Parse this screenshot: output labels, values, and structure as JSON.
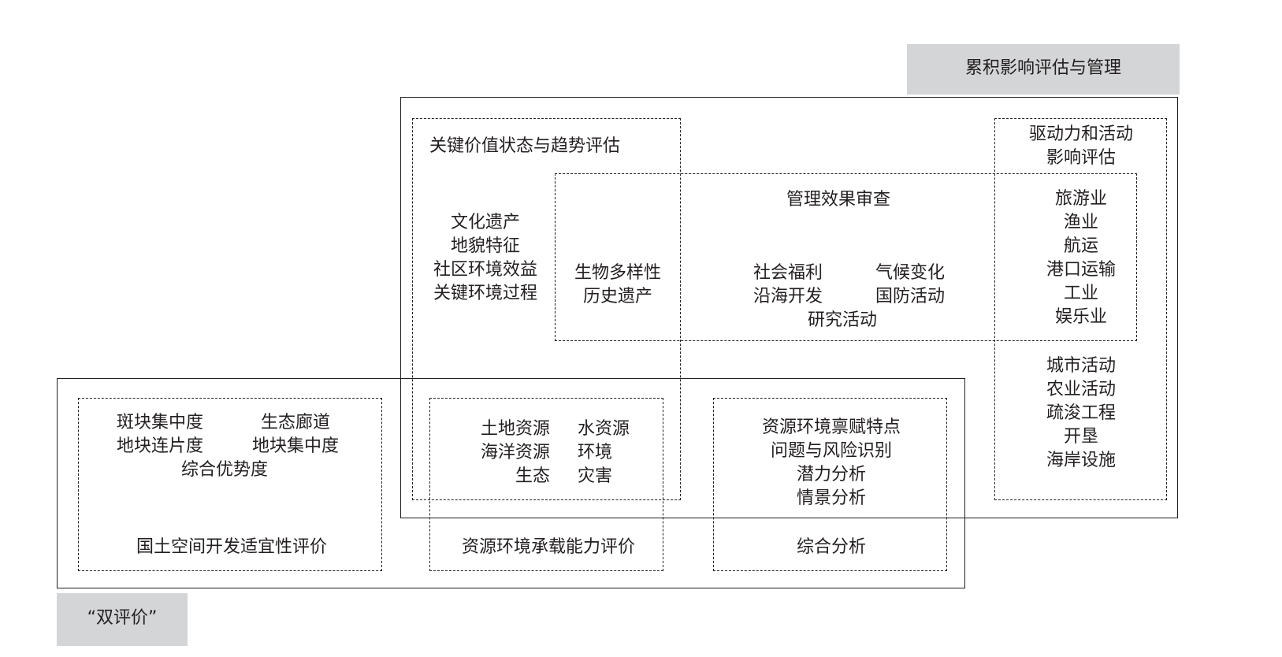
{
  "labels": {
    "cumulative": "累积影响评估与管理",
    "dual": "“双评价”"
  },
  "key_value": {
    "title": "关键价值状态与趋势评估",
    "items": [
      "文化遗产",
      "地貌特征",
      "社区环境效益",
      "关键环境过程"
    ]
  },
  "overlap": {
    "items": [
      "生物多样性",
      "历史遗产"
    ]
  },
  "management": {
    "title": "管理效果审查",
    "col1": [
      "社会福利",
      "沿海开发"
    ],
    "col2": [
      "气候变化",
      "国防活动"
    ],
    "center": "研究活动"
  },
  "driver": {
    "title": [
      "驱动力和活动",
      "影响评估"
    ],
    "inner": [
      "旅游业",
      "渔业",
      "航运",
      "港口运输",
      "工业",
      "娱乐业"
    ],
    "outer": [
      "城市活动",
      "农业活动",
      "疏浚工程",
      "开垦",
      "海岸设施"
    ]
  },
  "suitability": {
    "col1": [
      "斑块集中度",
      "地块连片度"
    ],
    "col2": [
      "生态廊道",
      "地块集中度"
    ],
    "center": "综合优势度",
    "title": "国土空间开发适宜性评价"
  },
  "capacity": {
    "col1": [
      "土地资源",
      "海洋资源",
      "生态"
    ],
    "col2": [
      "水资源",
      "环境",
      "灾害"
    ],
    "title": "资源环境承载能力评价"
  },
  "synthesis": {
    "items": [
      "资源环境禀赋特点",
      "问题与风险识别",
      "潜力分析",
      "情景分析"
    ],
    "title": "综合分析"
  }
}
